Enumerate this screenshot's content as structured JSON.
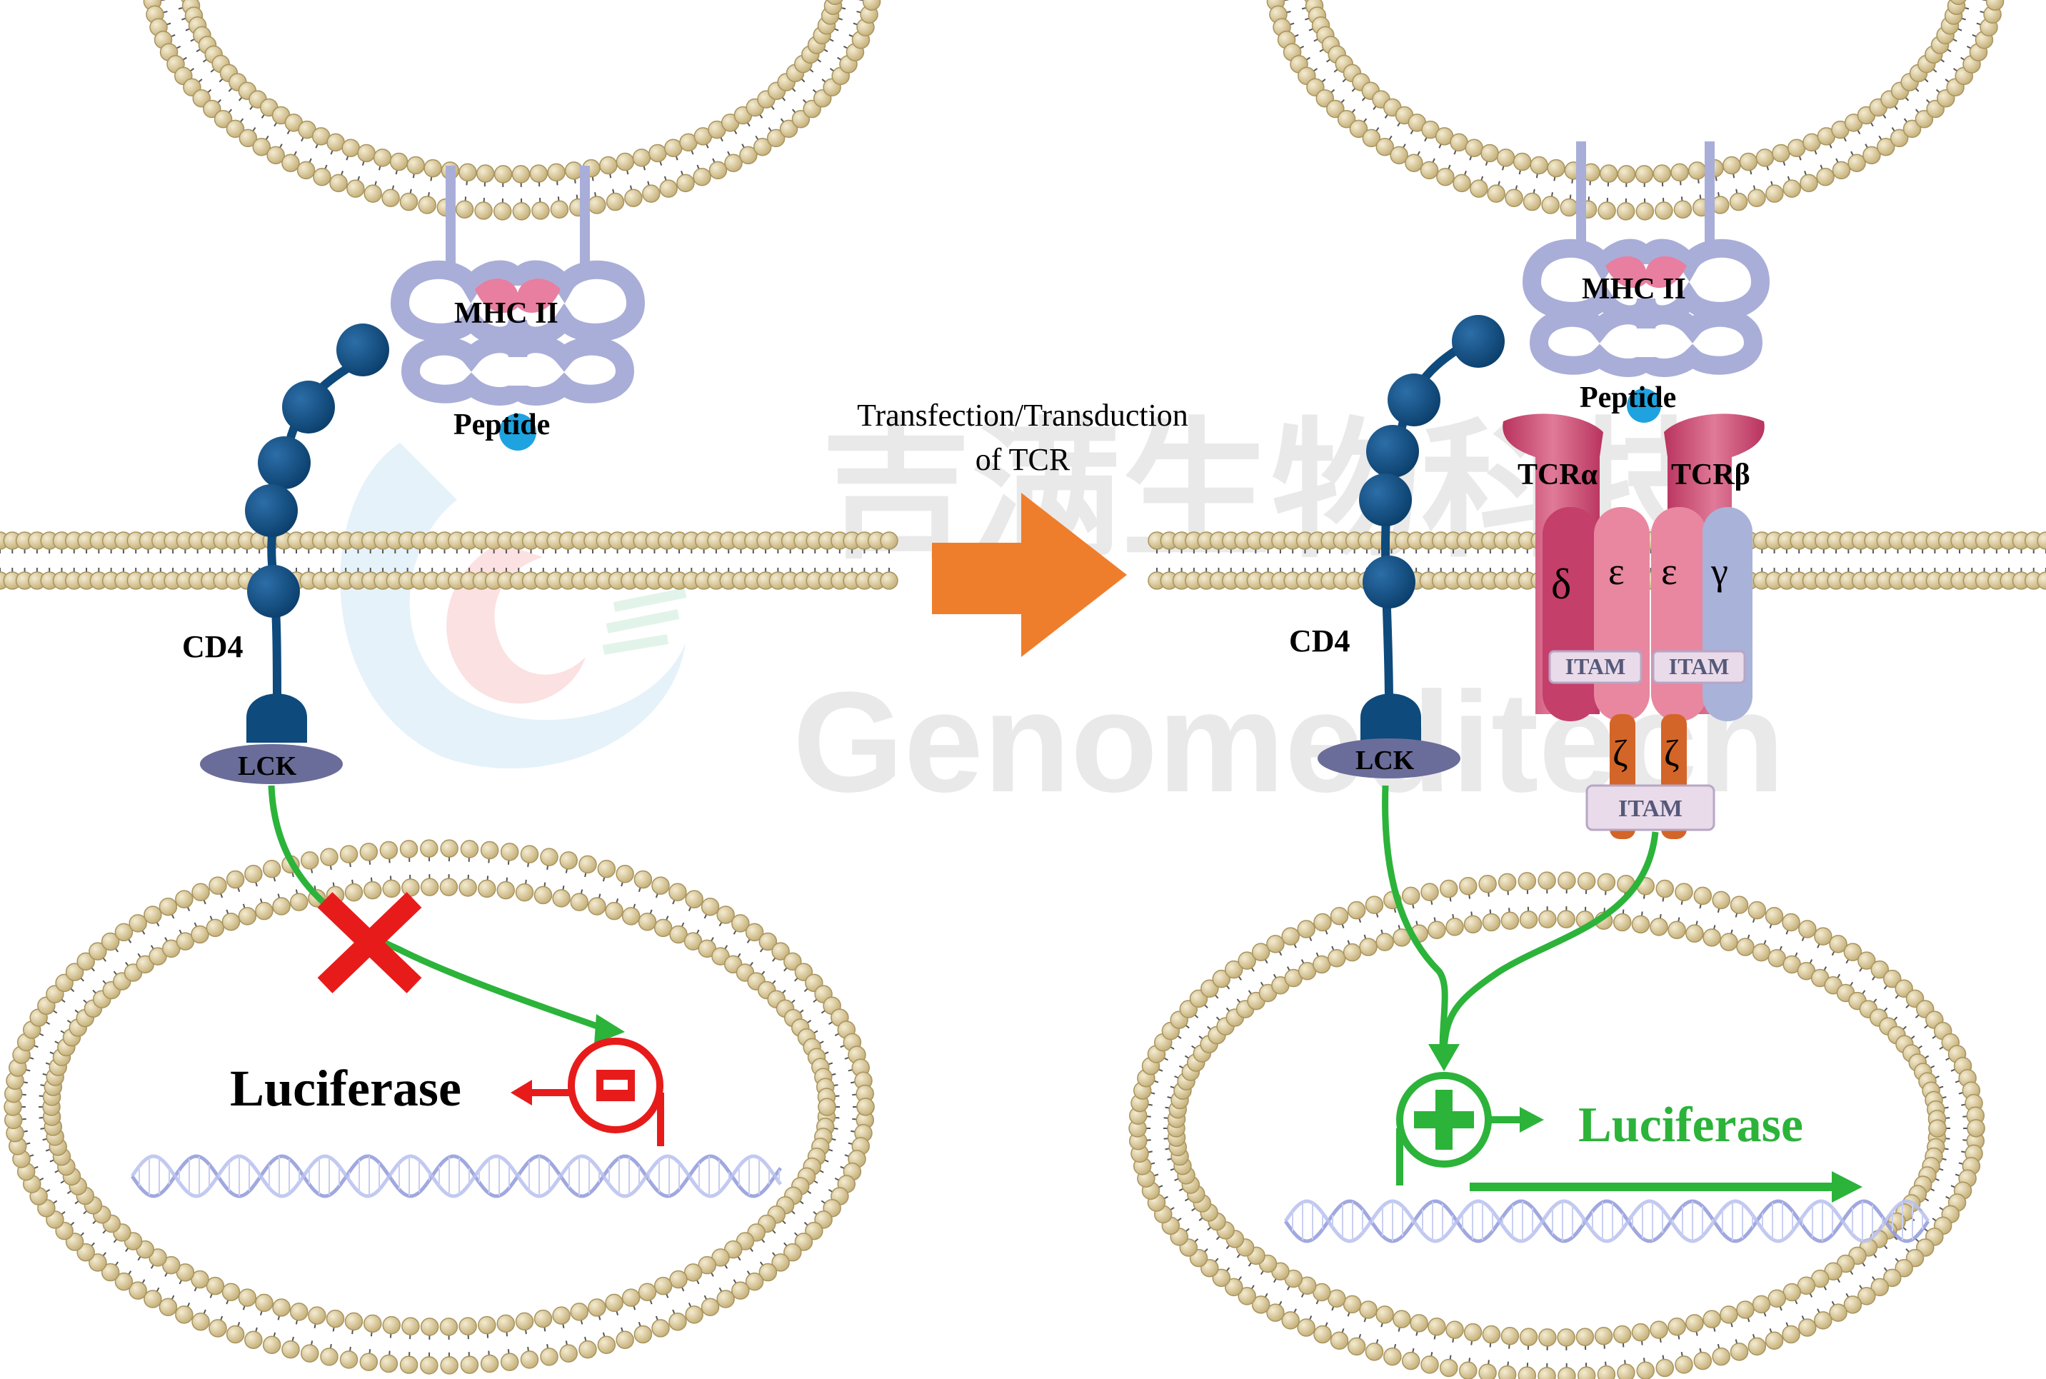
{
  "left_panel": {
    "mhc_label": "MHC II",
    "peptide_label": "Peptide",
    "cd4_label": "CD4",
    "lck_label": "LCK",
    "reporter_label": "Luciferase"
  },
  "arrow": {
    "caption_line1": "Transfection/Transduction",
    "caption_line2": "of TCR"
  },
  "right_panel": {
    "mhc_label": "MHC II",
    "peptide_label": "Peptide",
    "cd4_label": "CD4",
    "lck_label": "LCK",
    "tcr_alpha_label": "TCRα",
    "tcr_beta_label": "TCRβ",
    "cd3_delta": "δ",
    "cd3_epsilon_1": "ε",
    "cd3_epsilon_2": "ε",
    "cd3_gamma": "γ",
    "itam_left": "ITAM",
    "itam_right": "ITAM",
    "zeta_1": "ζ",
    "zeta_2": "ζ",
    "itam_zeta": "ITAM",
    "reporter_label": "Luciferase"
  },
  "watermark": {
    "chinese": "吉满生物科技",
    "english": "Genomeditech"
  },
  "colors": {
    "lipid_head": "#d8c79a",
    "mhc": "#a9aed8",
    "peptide": "#1ea3e0",
    "cd4": "#0e4a7c",
    "lck": "#6a6d99",
    "tcr": "#c43c67",
    "signal_on": "#2cb33a",
    "signal_off": "#e81b1b",
    "arrow": "#ef7e2c"
  }
}
